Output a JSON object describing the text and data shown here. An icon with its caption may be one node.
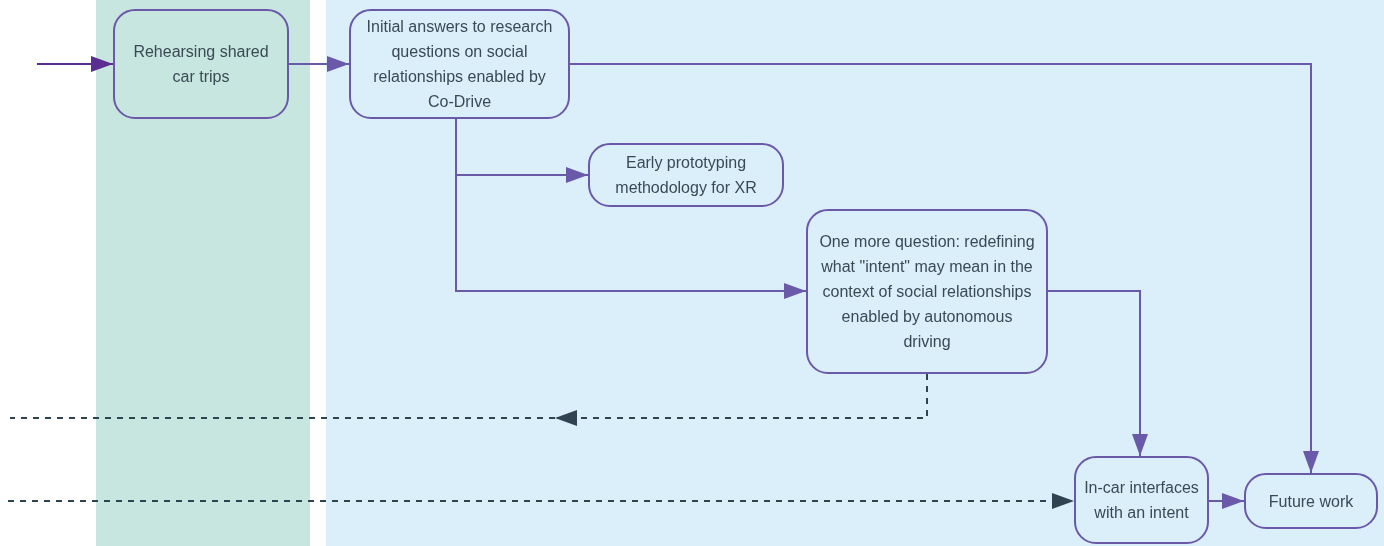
{
  "diagram": {
    "nodes": [
      {
        "text": [],
        "shape": "band"
      },
      {
        "text": [],
        "shape": "band"
      },
      {
        "text": [
          "Rehearsing shared car trips"
        ],
        "in": 0
      },
      {
        "text": [
          "Initial answers to research questions on social relationships enabled by Co-Drive"
        ],
        "in": 1
      },
      {
        "text": [
          "Early prototyping methodology for XR"
        ],
        "in": 1
      },
      {
        "text": [
          "One more question: redefining what \"intent\" may mean in the context of social relationships enabled by autonomous driving"
        ],
        "in": 1
      },
      {
        "text": [
          "In-car interfaces with an intent"
        ],
        "in": 1
      },
      {
        "text": [
          "Future work"
        ],
        "in": 1
      }
    ],
    "edges": [
      {
        "from": null,
        "to": 2,
        "arrow": "to",
        "color": "#5b2d90"
      },
      {
        "from": 2,
        "to": 3,
        "arrow": "to"
      },
      {
        "from": 3,
        "to": 7,
        "arrow": "to"
      },
      {
        "from": 3,
        "to": 4,
        "arrow": "to"
      },
      {
        "from": 3,
        "to": 5,
        "arrow": "to"
      },
      {
        "from": 5,
        "to": 6,
        "arrow": "to"
      },
      {
        "from": 6,
        "to": 7,
        "arrow": "to"
      },
      {
        "from": 5,
        "to": null,
        "arrow": "to",
        "style": "dashed",
        "color": "#2e4450"
      },
      {
        "from": null,
        "to": 6,
        "arrow": "to",
        "style": "dashed",
        "color": "#2e4450"
      }
    ]
  }
}
